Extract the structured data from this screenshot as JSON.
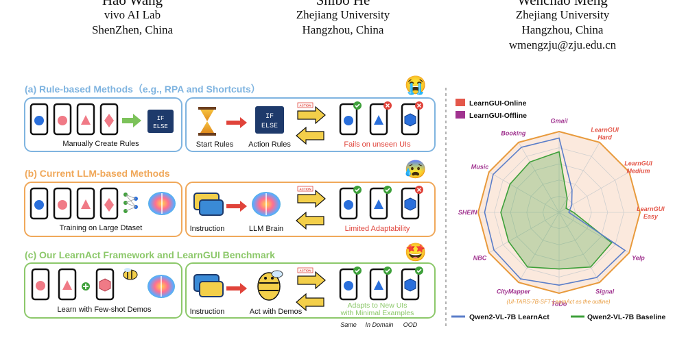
{
  "authors": [
    {
      "name": "Hao Wang",
      "affil": "vivo AI Lab",
      "loc": "ShenZhen, China",
      "email": ""
    },
    {
      "name": "Shibo He",
      "affil": "Zhejiang University",
      "loc": "Hangzhou, China",
      "email": ""
    },
    {
      "name": "Wenchao Meng",
      "affil": "Zhejiang University",
      "loc": "Hangzhou, China",
      "email": "wmengzju@zju.edu.cn"
    }
  ],
  "panel_a": {
    "title": "(a) Rule-based Methods（e.g., RPA and Shortcuts）",
    "left_caption": "Manually Create Rules",
    "start": "Start Rules",
    "action": "Action Rules",
    "result": "Fails on unseen UIs",
    "ifelse_1": "IF",
    "ifelse_2": "ELSE"
  },
  "panel_b": {
    "title": "(b) Current LLM-based Methods",
    "left_caption": "Training on Large Dtaset",
    "instr": "Instruction",
    "brain": "LLM Brain",
    "result": "Limited Adaptability"
  },
  "panel_c": {
    "title": "(c) Our LearnAct Framework and LearnGUI Benchmark",
    "left_caption": "Learn with Few-shot Demos",
    "instr": "Instruction",
    "act": "Act with Demos",
    "result_1": "Adapts to New UIs",
    "result_2": "with Minimal Examples"
  },
  "action_tag": "ACTION",
  "bottom_labels": [
    "Same",
    "In Domain",
    "OOD"
  ],
  "emojis": {
    "a": "😭",
    "b": "😰",
    "c": "🤩"
  },
  "colors": {
    "a": "#7fb4e0",
    "b": "#f0a85a",
    "c": "#8cc86a",
    "red": "#e0433a",
    "blue": "#2a6fdb",
    "pink": "#f07a86"
  },
  "radar": {
    "legend_top": [
      {
        "label": "LearnGUI-Online",
        "color": "#e4574a"
      },
      {
        "label": "LearnGUI-Offline",
        "color": "#a0338f"
      }
    ],
    "legend_bottom": [
      {
        "label": "Qwen2-VL-7B LearnAct",
        "color": "#5b7ec9"
      },
      {
        "label": "Qwen2-VL-7B Baseline",
        "color": "#3ea03a"
      }
    ],
    "note": "(UI-TARS-7B-SFT LearnAct as the outline)",
    "axes": [
      {
        "label": "Gmail",
        "line2": "",
        "group": "offline"
      },
      {
        "label": "LearnGUI",
        "line2": "Hard",
        "group": "online"
      },
      {
        "label": "LearnGUI",
        "line2": "Medium",
        "group": "online"
      },
      {
        "label": "LearnGUI",
        "line2": "Easy",
        "group": "online"
      },
      {
        "label": "Yelp",
        "line2": "",
        "group": "offline"
      },
      {
        "label": "Signal",
        "line2": "",
        "group": "offline"
      },
      {
        "label": "ToDo",
        "line2": "",
        "group": "offline"
      },
      {
        "label": "CityMapper",
        "line2": "",
        "group": "offline"
      },
      {
        "label": "NBC",
        "line2": "",
        "group": "offline"
      },
      {
        "label": "SHEIN",
        "line2": "",
        "group": "offline"
      },
      {
        "label": "Music",
        "line2": "",
        "group": "offline"
      },
      {
        "label": "Booking",
        "line2": "",
        "group": "offline"
      }
    ],
    "outline": [
      1,
      1,
      1,
      1,
      1,
      1,
      1,
      1,
      1,
      1,
      1,
      1
    ],
    "learnact": [
      0.92,
      0.32,
      0.18,
      0.12,
      0.94,
      0.93,
      0.9,
      0.95,
      0.93,
      0.92,
      0.94,
      0.93
    ],
    "baseline": [
      0.75,
      0.2,
      0.1,
      0.18,
      0.75,
      0.78,
      0.7,
      0.78,
      0.72,
      0.72,
      0.7,
      0.72
    ]
  }
}
